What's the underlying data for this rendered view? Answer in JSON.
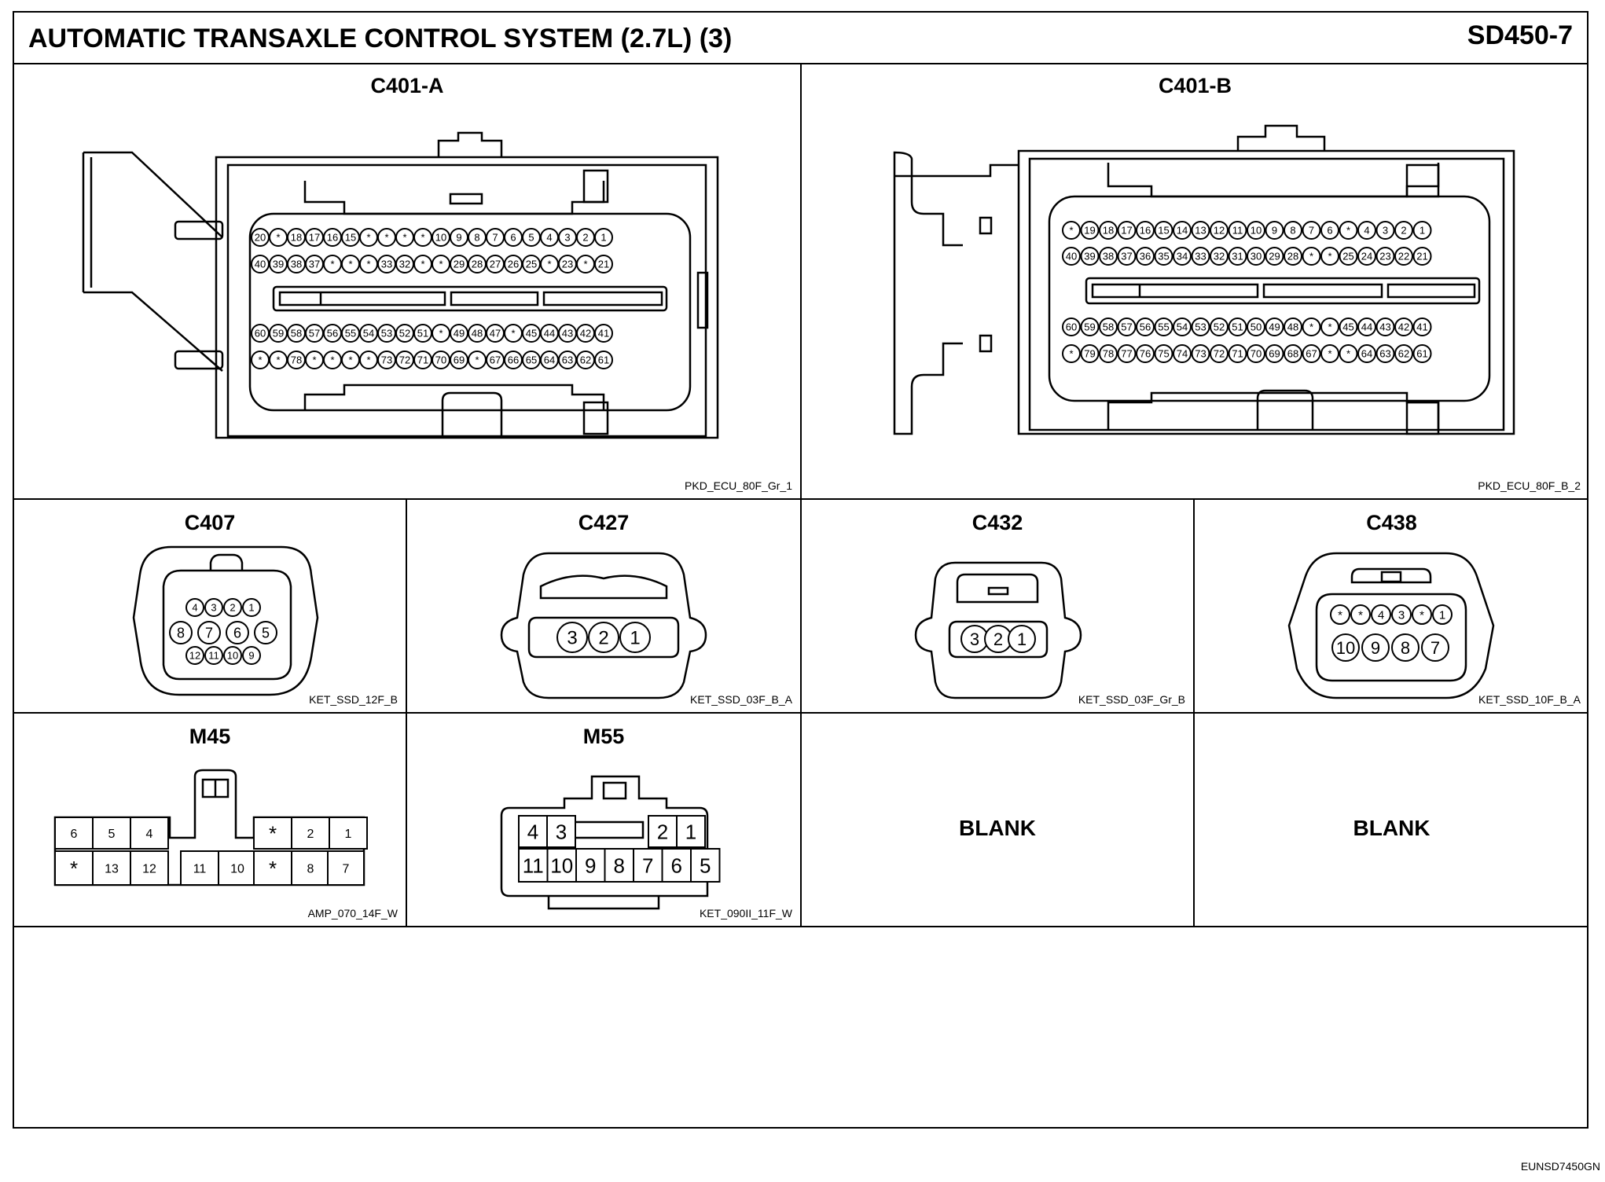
{
  "header": {
    "title": "AUTOMATIC TRANSAXLE CONTROL SYSTEM (2.7L) (3)",
    "code": "SD450-7"
  },
  "footer_code": "EUNSD7450GN",
  "connectors": {
    "c401a": {
      "name": "C401-A",
      "code": "PKD_ECU_80F_Gr_1",
      "rows": [
        [
          "20",
          "*",
          "18",
          "17",
          "16",
          "15",
          "*",
          "*",
          "*",
          "*",
          "10",
          "9",
          "8",
          "7",
          "6",
          "5",
          "4",
          "3",
          "2",
          "1"
        ],
        [
          "40",
          "39",
          "38",
          "37",
          "*",
          "*",
          "*",
          "33",
          "32",
          "*",
          "*",
          "29",
          "28",
          "27",
          "26",
          "25",
          "*",
          "23",
          "*",
          "21"
        ],
        [
          "60",
          "59",
          "58",
          "57",
          "56",
          "55",
          "54",
          "53",
          "52",
          "51",
          "*",
          "49",
          "48",
          "47",
          "*",
          "45",
          "44",
          "43",
          "42",
          "41"
        ],
        [
          "*",
          "*",
          "78",
          "*",
          "*",
          "*",
          "*",
          "73",
          "72",
          "71",
          "70",
          "69",
          "*",
          "67",
          "66",
          "65",
          "64",
          "63",
          "62",
          "61"
        ]
      ]
    },
    "c401b": {
      "name": "C401-B",
      "code": "PKD_ECU_80F_B_2",
      "rows": [
        [
          "*",
          "19",
          "18",
          "17",
          "16",
          "15",
          "14",
          "13",
          "12",
          "11",
          "10",
          "9",
          "8",
          "7",
          "6",
          "*",
          "4",
          "3",
          "2",
          "1"
        ],
        [
          "40",
          "39",
          "38",
          "37",
          "36",
          "35",
          "34",
          "33",
          "32",
          "31",
          "30",
          "29",
          "28",
          "*",
          "*",
          "25",
          "24",
          "23",
          "22",
          "21"
        ],
        [
          "60",
          "59",
          "58",
          "57",
          "56",
          "55",
          "54",
          "53",
          "52",
          "51",
          "50",
          "49",
          "48",
          "*",
          "*",
          "45",
          "44",
          "43",
          "42",
          "41"
        ],
        [
          "*",
          "79",
          "78",
          "77",
          "76",
          "75",
          "74",
          "73",
          "72",
          "71",
          "70",
          "69",
          "68",
          "67",
          "*",
          "*",
          "64",
          "63",
          "62",
          "61"
        ]
      ]
    },
    "c407": {
      "name": "C407",
      "code": "KET_SSD_12F_B",
      "rows": [
        [
          "4",
          "3",
          "2",
          "1"
        ],
        [
          "8",
          "7",
          "6",
          "5"
        ],
        [
          "12",
          "11",
          "10",
          "9"
        ]
      ]
    },
    "c427": {
      "name": "C427",
      "code": "KET_SSD_03F_B_A",
      "pins": [
        "3",
        "2",
        "1"
      ]
    },
    "c432": {
      "name": "C432",
      "code": "KET_SSD_03F_Gr_B",
      "pins": [
        "3",
        "2",
        "1"
      ]
    },
    "c438": {
      "name": "C438",
      "code": "KET_SSD_10F_B_A",
      "rows": [
        [
          "*",
          "*",
          "4",
          "3",
          "*",
          "1"
        ],
        [
          "10",
          "9",
          "8",
          "7"
        ]
      ]
    },
    "m45": {
      "name": "M45",
      "code": "AMP_070_14F_W",
      "top_left": [
        "6",
        "5",
        "4"
      ],
      "top_right": [
        "*",
        "2",
        "1"
      ],
      "bottom": [
        "*",
        "13",
        "12",
        "11",
        "10",
        "*",
        "8",
        "7"
      ]
    },
    "m55": {
      "name": "M55",
      "code": "KET_090II_11F_W",
      "top_left": [
        "4",
        "3"
      ],
      "top_right": [
        "2",
        "1"
      ],
      "bottom": [
        "11",
        "10",
        "9",
        "8",
        "7",
        "6",
        "5"
      ]
    }
  },
  "blanks": [
    "BLANK",
    "BLANK"
  ]
}
